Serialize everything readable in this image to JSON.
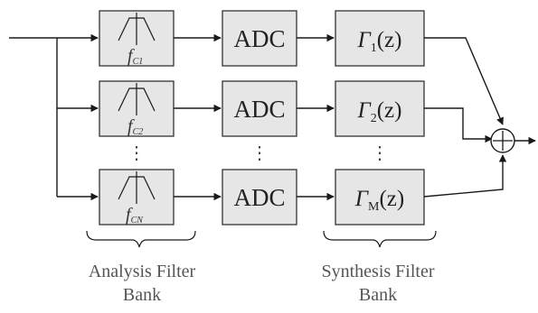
{
  "filters": [
    {
      "label": "f",
      "subscript": "C1"
    },
    {
      "label": "f",
      "subscript": "C2"
    },
    {
      "label": "f",
      "subscript": "CN"
    }
  ],
  "adc_label": "ADC",
  "synthesis": [
    {
      "symbol": "Γ",
      "subscript": "1",
      "argument": "(z)"
    },
    {
      "symbol": "Γ",
      "subscript": "2",
      "argument": "(z)"
    },
    {
      "symbol": "Γ",
      "subscript": "M",
      "argument": "(z)"
    }
  ],
  "ellipsis": "⋮",
  "summer_symbol": "+",
  "captions": {
    "analysis_line1": "Analysis Filter",
    "analysis_line2": "Bank",
    "synthesis_line1": "Synthesis Filter",
    "synthesis_line2": "Bank"
  }
}
